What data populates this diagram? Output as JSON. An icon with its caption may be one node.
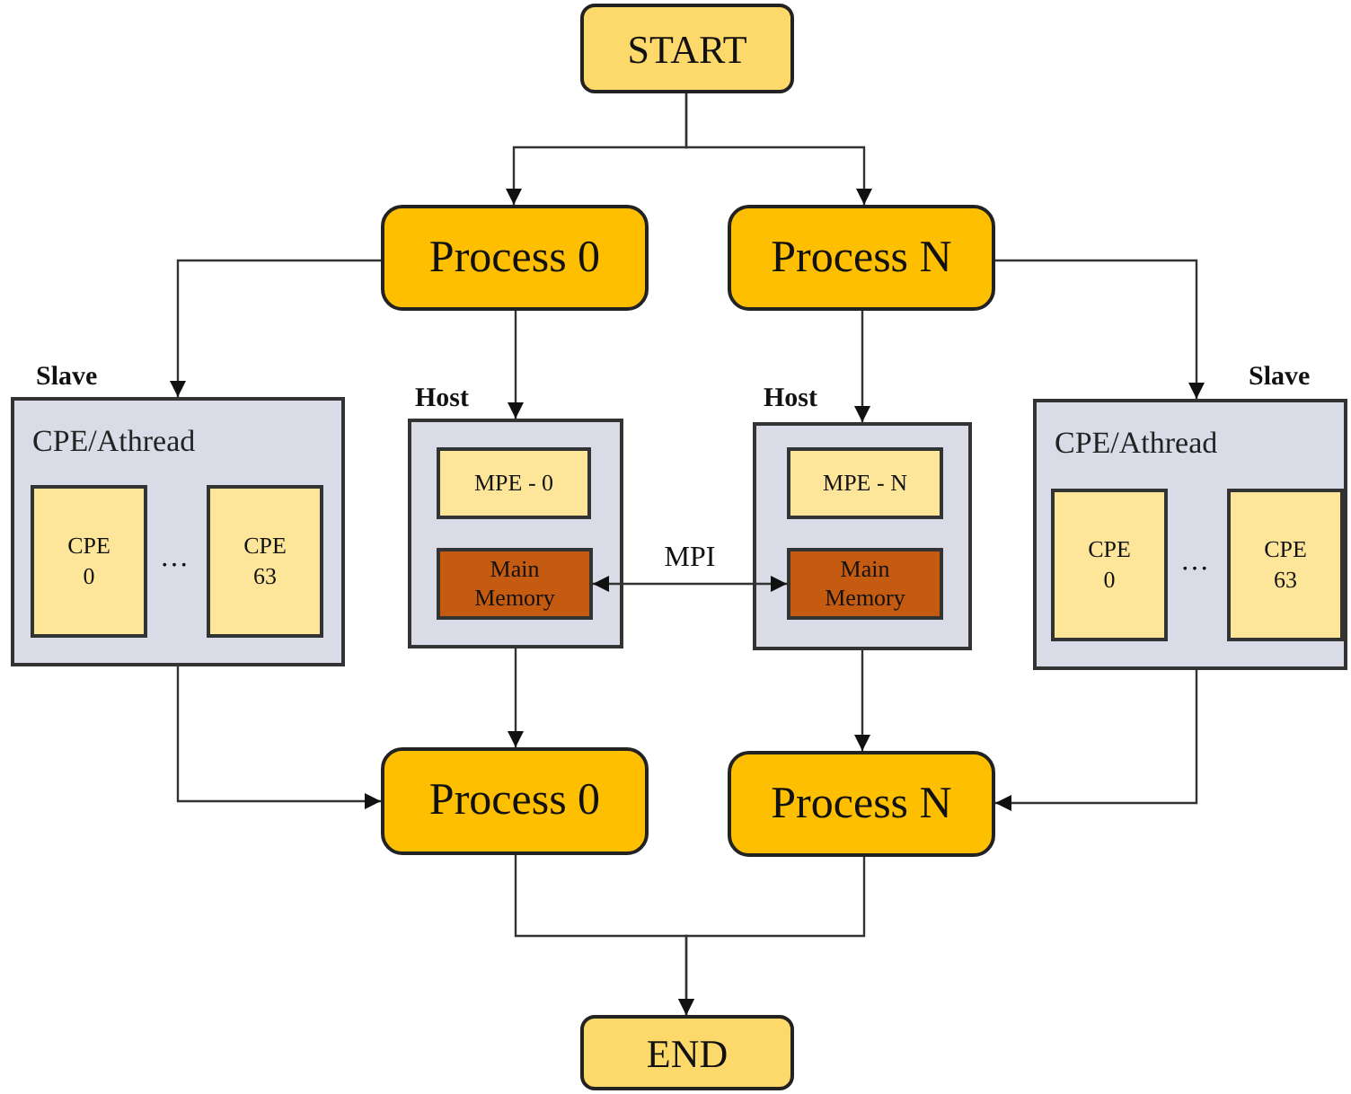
{
  "diagram": {
    "nodes": [
      {
        "text": [
          "START"
        ]
      },
      {
        "text": [
          "Process 0"
        ]
      },
      {
        "text": [
          "Process N"
        ]
      },
      {
        "text": [
          "Slave",
          "CPE/Athread"
        ]
      },
      {
        "text": [
          "CPE 0"
        ],
        "in": 3
      },
      {
        "text": [
          "CPE 63"
        ],
        "in": 3
      },
      {
        "text": [
          "Host"
        ]
      },
      {
        "text": [
          "MPE - 0"
        ],
        "in": 6
      },
      {
        "text": [
          "Main Memory"
        ],
        "in": 6
      },
      {
        "text": [
          "Host"
        ]
      },
      {
        "text": [
          "MPE - N"
        ],
        "in": 9
      },
      {
        "text": [
          "Main Memory"
        ],
        "in": 9
      },
      {
        "text": [
          "Slave",
          "CPE/Athread"
        ]
      },
      {
        "text": [
          "CPE 0"
        ],
        "in": 12
      },
      {
        "text": [
          "CPE 63"
        ],
        "in": 12
      },
      {
        "text": [
          "Process 0"
        ]
      },
      {
        "text": [
          "Process N"
        ]
      },
      {
        "text": [
          "END"
        ]
      }
    ],
    "edges": [
      {
        "from": 0,
        "to": 1,
        "arrow": "to"
      },
      {
        "from": 0,
        "to": 2,
        "arrow": "to"
      },
      {
        "from": 1,
        "to": 3,
        "arrow": "to"
      },
      {
        "from": 1,
        "to": 6,
        "arrow": "to"
      },
      {
        "from": 2,
        "to": 9,
        "arrow": "to"
      },
      {
        "from": 2,
        "to": 12,
        "arrow": "to"
      },
      {
        "from": 8,
        "to": 11,
        "arrow": "both",
        "label": "MPI"
      },
      {
        "from": 3,
        "to": 15,
        "arrow": "to"
      },
      {
        "from": 6,
        "to": 15,
        "arrow": "to"
      },
      {
        "from": 9,
        "to": 16,
        "arrow": "to"
      },
      {
        "from": 12,
        "to": 16,
        "arrow": "to"
      },
      {
        "from": 15,
        "to": 17,
        "arrow": "to"
      },
      {
        "from": 16,
        "to": 17,
        "arrow": "to"
      }
    ],
    "labels": [
      "…",
      "…"
    ]
  }
}
